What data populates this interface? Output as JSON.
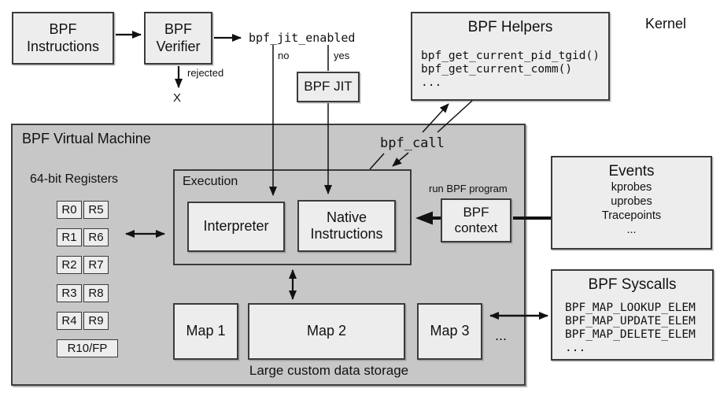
{
  "kernel_label": "Kernel",
  "pipeline": {
    "instructions_label": "BPF Instructions",
    "verifier_label": "BPF Verifier",
    "jit_enabled_label": "bpf_jit_enabled",
    "no_label": "no",
    "yes_label": "yes",
    "jit_label": "BPF JIT",
    "rejected_label": "rejected",
    "rejected_mark": "X"
  },
  "helpers": {
    "title": "BPF Helpers",
    "functions": [
      "bpf_get_current_pid_tgid()",
      "bpf_get_current_comm()",
      "..."
    ]
  },
  "vm": {
    "title": "BPF Virtual Machine",
    "registers_label": "64-bit Registers",
    "registers": [
      "R0",
      "R5",
      "R1",
      "R6",
      "R2",
      "R7",
      "R3",
      "R8",
      "R4",
      "R9",
      "R10/FP"
    ],
    "execution_label": "Execution",
    "interpreter_label": "Interpreter",
    "native_label": "Native Instructions",
    "bpf_call_label": "bpf_call",
    "run_label": "run BPF program",
    "context_label": "BPF context",
    "maps": [
      "Map 1",
      "Map 2",
      "Map 3"
    ],
    "maps_more": "...",
    "storage_caption": "Large custom data storage"
  },
  "events": {
    "title": "Events",
    "items": [
      "kprobes",
      "uprobes",
      "Tracepoints",
      "..."
    ]
  },
  "syscalls": {
    "title": "BPF Syscalls",
    "calls": [
      "BPF_MAP_LOOKUP_ELEM",
      "BPF_MAP_UPDATE_ELEM",
      "BPF_MAP_DELETE_ELEM",
      "..."
    ]
  },
  "colors": {
    "vm_fill": "#c7c7c7",
    "node_fill": "#ededed",
    "border": "#3b3b3b",
    "ink": "#111111"
  }
}
